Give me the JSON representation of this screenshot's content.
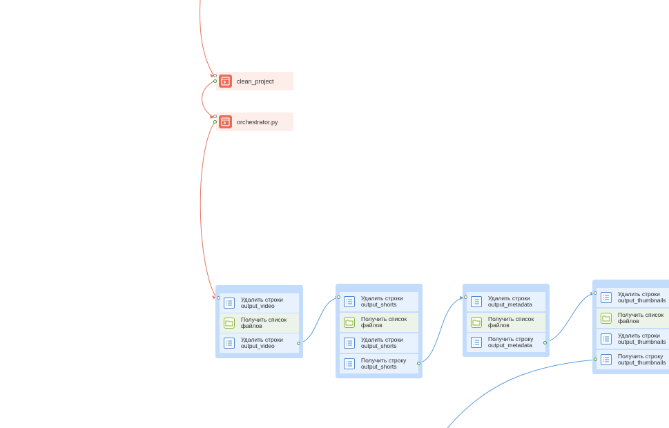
{
  "tasks": [
    {
      "id": "clean",
      "label": "clean_project",
      "icon": "terminal-icon"
    },
    {
      "id": "orch",
      "label": "orchestrator.py",
      "icon": "terminal-icon"
    }
  ],
  "groups": [
    {
      "ops": [
        {
          "type": "list",
          "label": "Удалить строки\noutput_video"
        },
        {
          "type": "folder",
          "label": "Получить список\nфайлов"
        },
        {
          "type": "list",
          "label": "Удалить строки\noutput_video"
        }
      ]
    },
    {
      "ops": [
        {
          "type": "list",
          "label": "Удалить строки\noutput_shorts"
        },
        {
          "type": "folder",
          "label": "Получить список\nфайлов"
        },
        {
          "type": "list",
          "label": "Удалить строки\noutput_shorts"
        },
        {
          "type": "list",
          "label": "Получить строку\noutput_shorts"
        }
      ]
    },
    {
      "ops": [
        {
          "type": "list",
          "label": "Удалить строки\noutput_metadata"
        },
        {
          "type": "folder",
          "label": "Получить список\nфайлов"
        },
        {
          "type": "list",
          "label": "Получить строку\noutput_metadata"
        }
      ]
    },
    {
      "ops": [
        {
          "type": "list",
          "label": "Удалить строки\noutput_thumbnails"
        },
        {
          "type": "folder",
          "label": "Получить список\nфайлов"
        },
        {
          "type": "list",
          "label": "Удалить строки\noutput_thumbnails"
        },
        {
          "type": "list",
          "label": "Получить строку\noutput_thumbnails"
        }
      ]
    }
  ],
  "colors": {
    "task_bg": "#fdeee9",
    "task_icon": "#ea6c55",
    "task_wire": "#e8735f",
    "group_bg": "#c4dcfb",
    "op_bg": "#e8f2fe",
    "folder_bg": "#ecf4ea",
    "flow_wire": "#5b9be0"
  }
}
